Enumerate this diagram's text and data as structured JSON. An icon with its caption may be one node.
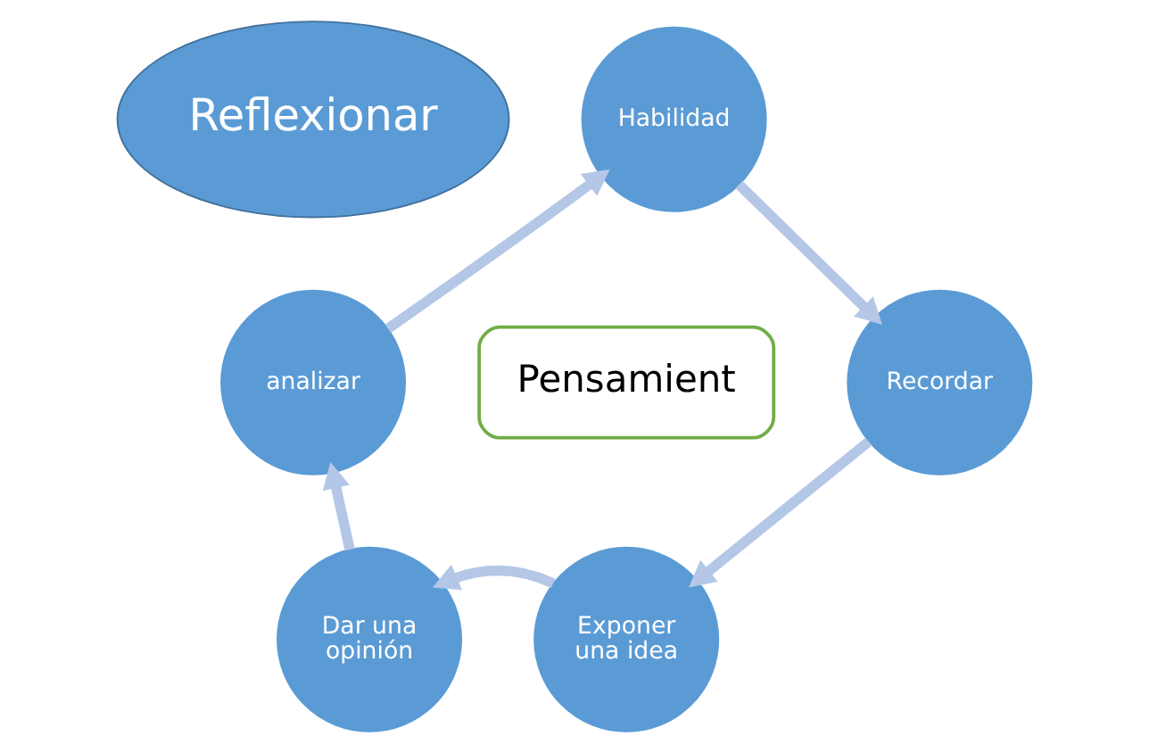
{
  "diagram": {
    "nodes": [
      {
        "text": [
          "Reflexionar"
        ]
      },
      {
        "text": [
          "Habilidad"
        ]
      },
      {
        "text": [
          "Recordar"
        ]
      },
      {
        "text": [
          "Pensamient"
        ]
      },
      {
        "text": [
          "Exponer una idea"
        ]
      },
      {
        "text": [
          "Dar una opinión"
        ]
      },
      {
        "text": [
          "analizar"
        ]
      }
    ],
    "edges": [
      {
        "from": 6,
        "to": 1,
        "arrow": "to"
      },
      {
        "from": 1,
        "to": 2,
        "arrow": "to"
      },
      {
        "from": 2,
        "to": 4,
        "arrow": "to"
      },
      {
        "from": 4,
        "to": 5,
        "arrow": "to"
      },
      {
        "from": 5,
        "to": 6,
        "arrow": "to"
      }
    ]
  }
}
